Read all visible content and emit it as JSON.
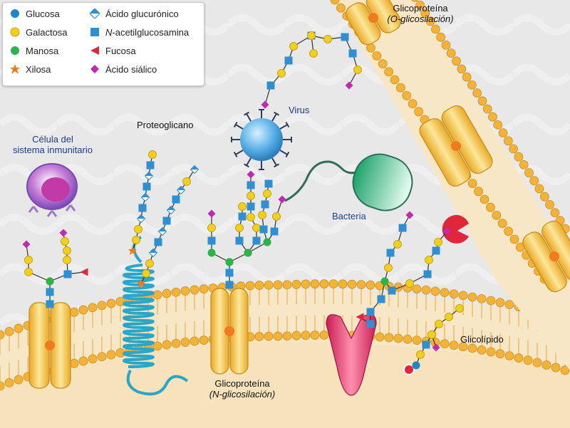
{
  "legend": {
    "glucosa": "Glucosa",
    "galactosa": "Galactosa",
    "manosa": "Manosa",
    "xilosa": "Xilosa",
    "acido_glucuronico": "Ácido glucurónico",
    "nacetil_prefix": "N",
    "nacetil_rest": "-acetilglucosamina",
    "fucosa": "Fucosa",
    "acido_sialico": "Ácido siálico"
  },
  "labels": {
    "glicoproteina_top": "Glicoproteína",
    "glicoproteina_top_sub": "(O-glicosilación)",
    "virus": "Virus",
    "proteoglicano": "Proteoglicano",
    "celula_line1": "Célula del",
    "celula_line2": "sistema inmunitario",
    "bacteria": "Bacteria",
    "glicolipido": "Glicolípido",
    "glicoproteina_bottom": "Glicoproteína",
    "glicoproteina_bottom_sub": "(N-glicosilación)"
  },
  "colors": {
    "glucosa": "#1f86c6",
    "galactosa": "#f2cf1a",
    "manosa": "#2db34a",
    "xilosa": "#f07a1e",
    "acido_glucuronico": "#2f8fd0",
    "nacetil": "#2f8fd0",
    "fucosa": "#e0263a",
    "acido_sialico": "#c02ab0",
    "membrane_head": "#f3b23a",
    "membrane_core": "#f7e6bd",
    "protein": "#f7cc5a",
    "receptor": "#e83c6e",
    "virus": "#5ab0e6",
    "bacteria": "#4cc08a",
    "immune_cell": "#c77fd6",
    "proteoglycan_helix": "#2aa6c8"
  },
  "icons": [
    "glucosa-circle-icon",
    "galactosa-circle-icon",
    "manosa-circle-icon",
    "xilosa-star-icon",
    "acido-glucuronico-diamond-icon",
    "nacetil-square-icon",
    "fucosa-triangle-icon",
    "acido-sialico-diamond-icon"
  ]
}
